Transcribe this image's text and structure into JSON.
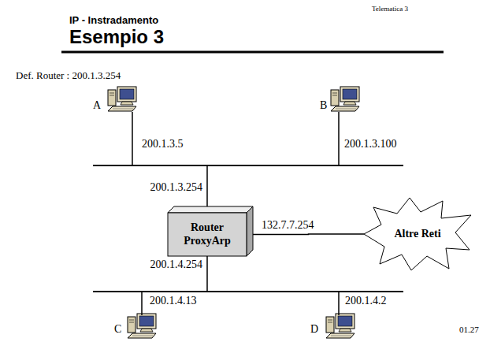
{
  "diagram": {
    "title": "Esempio 3",
    "nodes": [
      {
        "text": [
          "Router ProxyArp"
        ]
      },
      {
        "text": [
          "Altre Reti"
        ]
      }
    ],
    "edges": [
      {
        "from": 0,
        "to": 1,
        "arrow": "none",
        "label": "132.7.7.254"
      }
    ],
    "labels": [
      "IP - Instradamento",
      "Telematica 3",
      "Def. Router : 200.1.3.254",
      "A",
      "200.1.3.5",
      "B",
      "200.1.3.100",
      "200.1.3.254",
      "200.1.4.254",
      "200.1.4.13",
      "200.1.4.2",
      "C",
      "D",
      "01.27"
    ]
  }
}
